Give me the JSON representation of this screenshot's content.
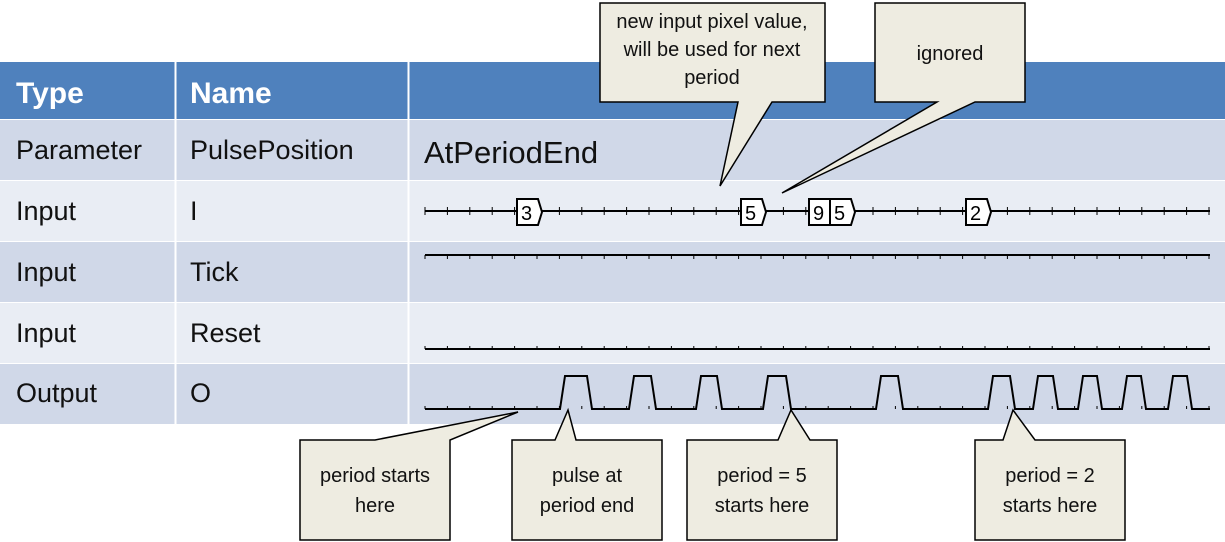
{
  "table": {
    "headers": [
      "Type",
      "Name",
      ""
    ],
    "rows": [
      {
        "type": "Parameter",
        "name": "PulsePosition",
        "value": "AtPeriodEnd"
      },
      {
        "type": "Input",
        "name": "I",
        "value": ""
      },
      {
        "type": "Input",
        "name": "Tick",
        "value": ""
      },
      {
        "type": "Input",
        "name": "Reset",
        "value": ""
      },
      {
        "type": "Output",
        "name": "O",
        "value": ""
      }
    ]
  },
  "input_values": [
    "3",
    "5",
    "9",
    "5",
    "2"
  ],
  "callouts": {
    "new_input": [
      "new input pixel value,",
      "will be used for next",
      "period"
    ],
    "ignored": [
      "ignored"
    ],
    "period_starts": [
      "period starts",
      "here"
    ],
    "pulse_at_end": [
      "pulse at",
      "period end"
    ],
    "period5": [
      "period = 5",
      "starts here"
    ],
    "period2": [
      "period = 2",
      "starts here"
    ]
  },
  "colors": {
    "header_bg": "#4f81bd",
    "row_dark": "#d0d8e8",
    "row_light": "#e9edf4",
    "callout_fill": "#eeece1",
    "header_text": "#ffffff",
    "body_text": "#111111"
  }
}
